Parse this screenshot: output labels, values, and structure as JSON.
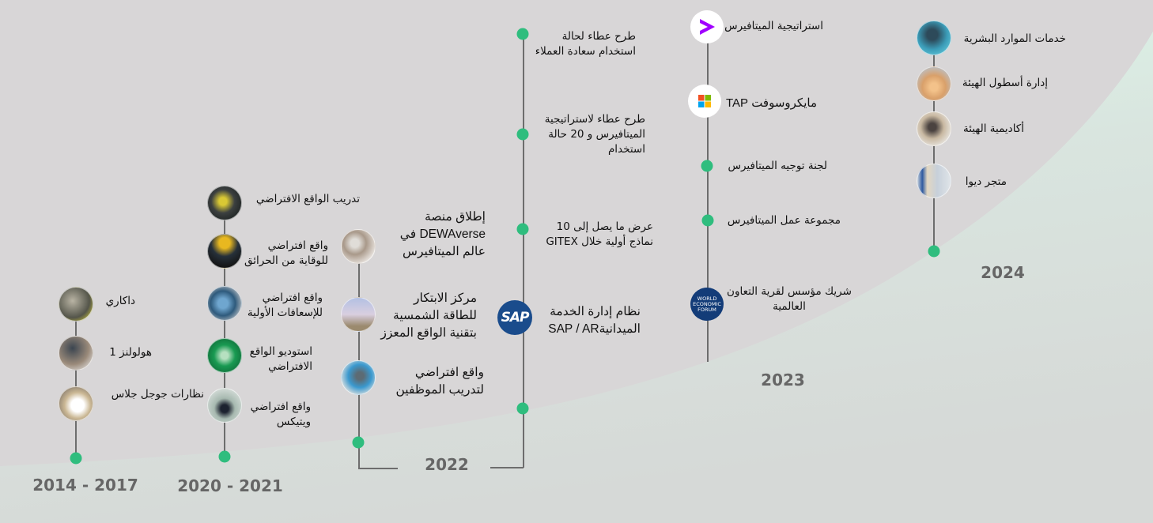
{
  "theme": {
    "background": "#d8d6d7",
    "curve_fill_top": "#dcf9ea",
    "curve_fill_bottom": "#d6dad8",
    "dot_color": "#2fbd7e",
    "line_color": "#6d6d6d",
    "year_color": "#666666"
  },
  "periods": [
    {
      "year": "2014 - 2017",
      "items": [
        {
          "label": "داكاري",
          "icon": "photo-worker-ar-headset"
        },
        {
          "label": "هولولنز 1",
          "icon": "photo-hololens-user"
        },
        {
          "label": "نظارات جوجل جلاس",
          "icon": "photo-official-google-glass"
        }
      ]
    },
    {
      "year": "2020 - 2021",
      "items": [
        {
          "label": "تدريب الواقع الافتراضي",
          "icon": "photo-vr-training"
        },
        {
          "label": "واقع افتراضي للوقاية من الحرائق",
          "line1": "واقع افتراضي",
          "line2": "للوقاية من الحرائق",
          "icon": "photo-firefighter-vr"
        },
        {
          "label": "واقع افتراضي للإسعافات الأولية",
          "line1": "واقع افتراضي",
          "line2": "للإسعافات الأولية",
          "icon": "photo-first-aid-vr"
        },
        {
          "label": "استوديو الواقع الافتراضي",
          "line1": "استوديو الواقع",
          "line2": "الافتراضي",
          "icon": "photo-vr-studio"
        },
        {
          "label": "واقع افتراضي ويتيكس",
          "line1": "واقع افتراضي",
          "line2": "ويتيكس",
          "icon": "photo-wetex-vr"
        }
      ]
    },
    {
      "year": "2022",
      "items": [
        {
          "label": "إطلاق منصة DEWAverse في عالم الميتافيرس",
          "line1": "إطلاق منصة",
          "line2": "DEWAverse  في",
          "line3": "عالم الميتافيرس",
          "icon": "photo-dewaverse-launch"
        },
        {
          "label": "مركز الابتكار للطاقة الشمسية بتقنية الواقع المعزز",
          "line1": "مركز الابتكار",
          "line2": "للطاقة الشمسية",
          "line3": "بتقنية الواقع المعزز",
          "icon": "photo-innovation-centre"
        },
        {
          "label": "واقع افتراضي لتدريب الموظفين",
          "line1": "واقع افتراضي",
          "line2": "لتدريب الموظفين",
          "icon": "photo-employee-training"
        },
        {
          "label": "طرح عطاء لحالة استخدام سعادة العملاء",
          "line1": "طرح عطاء لحالة",
          "line2": "استخدام سعادة العملاء",
          "icon": "dot"
        },
        {
          "label": "طرح عطاء لاستراتيجية الميتافيرس و 20 حالة استخدام",
          "line1": "طرح عطاء لاستراتيجية",
          "line2": "الميتافيرس و 20 حالة",
          "line3": "استخدام",
          "icon": "dot"
        },
        {
          "label": "عرض ما يصل إلى 10 نماذج أولية خلال GITEX",
          "line1": "عرض ما يصل إلى 10",
          "line2": "نماذج أولية خلال GITEX",
          "icon": "dot"
        },
        {
          "label": "نظام إدارة الخدمة الميدانية SAP / AR",
          "line1": "نظام إدارة الخدمة",
          "line2": "الميدانيةSAP / AR",
          "icon": "sap-logo"
        }
      ]
    },
    {
      "year": "2023",
      "items": [
        {
          "label": "استراتيجية الميتافيرس",
          "icon": "accenture-logo"
        },
        {
          "label": "مايكروسوفت TAP",
          "icon": "microsoft-logo"
        },
        {
          "label": "لجنة توجيه الميتافيرس",
          "icon": "dot"
        },
        {
          "label": "مجموعة عمل الميتافيرس",
          "icon": "dot"
        },
        {
          "label": "شريك مؤسس لقرية التعاون العالمية",
          "line1": "شريك مؤسس لقرية التعاون",
          "line2": "العالمية",
          "icon": "world-economic-forum-logo"
        }
      ]
    },
    {
      "year": "2024",
      "items": [
        {
          "label": "خدمات الموارد البشرية",
          "icon": "photo-hr-services"
        },
        {
          "label": "إدارة أسطول الهيئة",
          "icon": "photo-fleet-management"
        },
        {
          "label": "أكاديمية الهيئة",
          "icon": "photo-academy"
        },
        {
          "label": "متجر ديوا",
          "icon": "photo-dewa-store"
        }
      ]
    }
  ],
  "logos": {
    "sap_text": "SAP",
    "wef_line1": "WORLD",
    "wef_line2": "ECONOMIC",
    "wef_line3": "FORUM"
  }
}
